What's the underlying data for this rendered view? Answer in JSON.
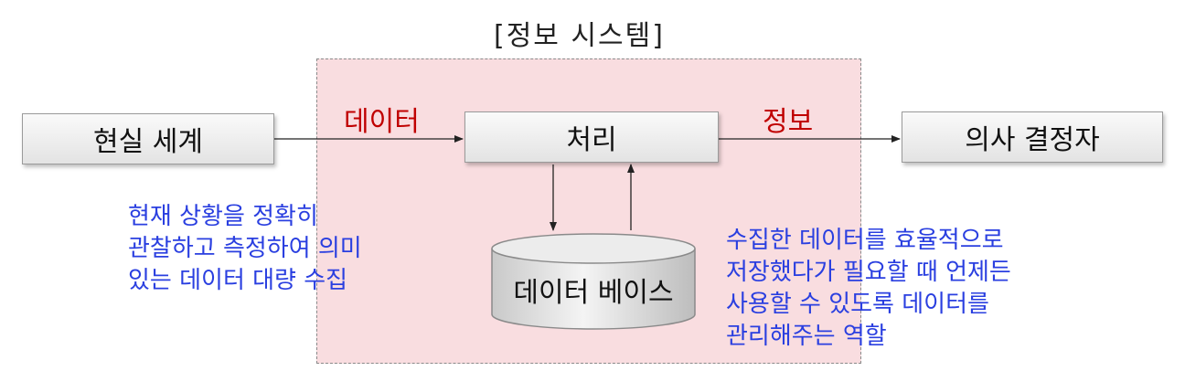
{
  "system_title": "[정보 시스템]",
  "nodes": {
    "real_world": "현실 세계",
    "processing": "처리",
    "decision_maker": "의사 결정자",
    "database": "데이터 베이스"
  },
  "flow_labels": {
    "data": "데이터",
    "information": "정보"
  },
  "notes": {
    "left": [
      "현재 상황을 정확히",
      "관찰하고 측정하여 의미",
      "있는 데이터 대량 수집"
    ],
    "right": [
      "수집한 데이터를 효율적으로",
      "저장했다가 필요할 때 언제든",
      "사용할 수 있도록 데이터를",
      "관리해주는 역할"
    ]
  },
  "colors": {
    "system_fill": "#f9dde0",
    "flow_label": "#c00000",
    "note_text": "#2a3fe0"
  }
}
